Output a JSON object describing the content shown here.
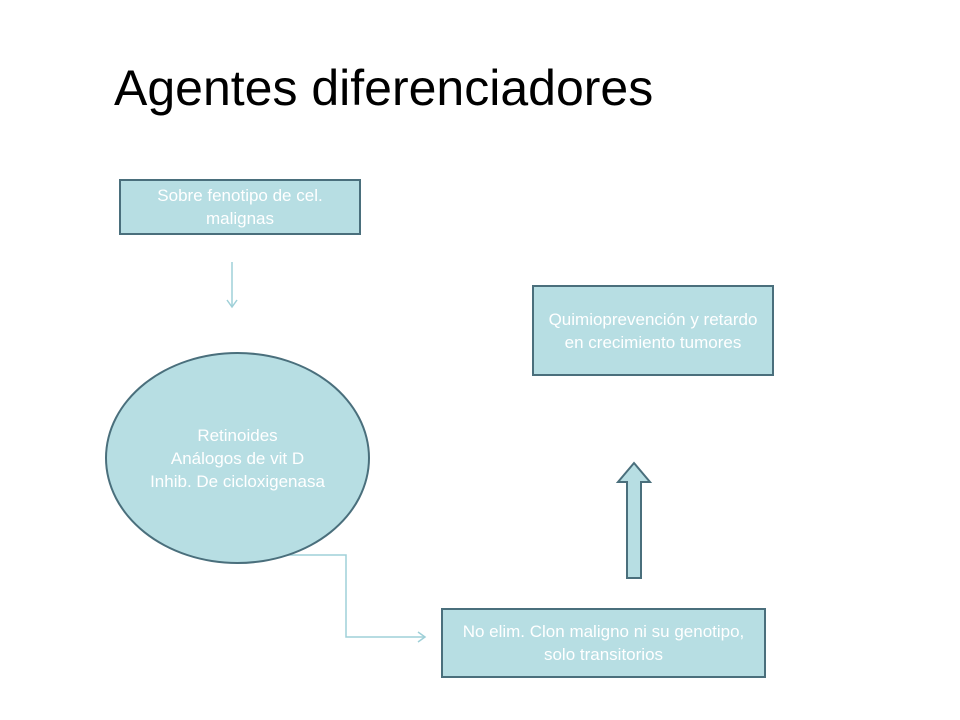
{
  "slide": {
    "title": "Agentes diferenciadores"
  },
  "nodes": {
    "phenotype": "Sobre fenotipo de cel. malignas",
    "agents": "Retinoides\nAnálogos de vit D\nInhib. De cicloxigenasa",
    "chemoprevention": "Quimioprevención y retardo en crecimiento tumores",
    "limitation": "No elim. Clon maligno ni su genotipo, solo transitorios"
  },
  "colors": {
    "node_fill": "#b7dee3",
    "node_border": "#4a6f7c",
    "connector": "#9fd0d8",
    "node_text": "#ffffff"
  }
}
